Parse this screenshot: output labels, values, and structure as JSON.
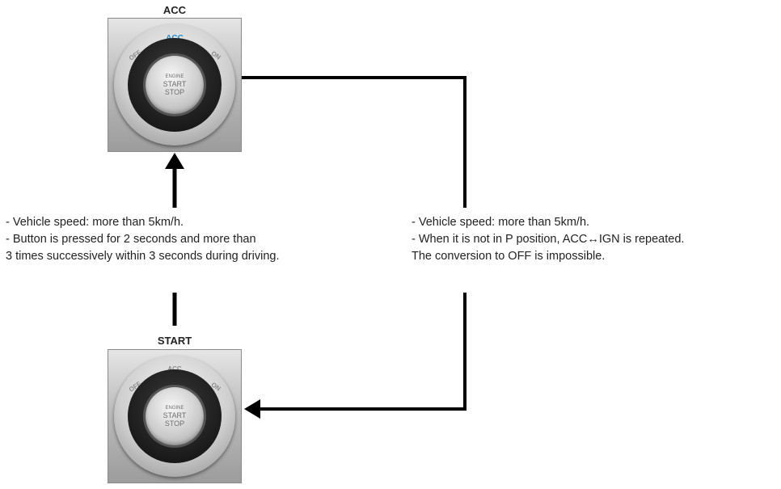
{
  "states": {
    "top": {
      "title": "ACC",
      "ring_labels": {
        "off": "OFF",
        "acc": "ACC",
        "on": "ON"
      },
      "button_lines": [
        "ENGINE",
        "START",
        "STOP"
      ],
      "active_label_color": "#1e8fd6"
    },
    "bottom": {
      "title": "START",
      "ring_labels": {
        "off": "OFF",
        "acc": "ACC",
        "on": "ON"
      },
      "button_lines": [
        "ENGINE",
        "START",
        "STOP"
      ]
    }
  },
  "notes": {
    "left": [
      "- Vehicle speed: more than  5km/h.",
      "- Button is pressed for 2 seconds and more than",
      "3 times successively within 3 seconds during driving."
    ],
    "right": [
      "- Vehicle speed: more than  5km/h.",
      "- When it is not in P position,  ACC↔IGN is repeated.",
      "The conversion to OFF is impossible."
    ]
  }
}
